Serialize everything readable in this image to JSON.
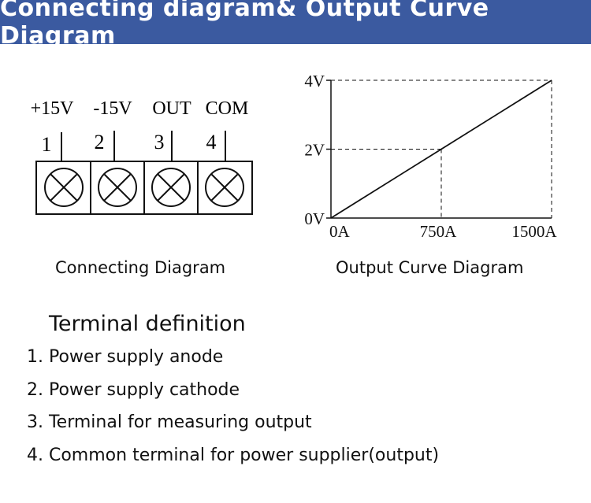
{
  "banner": {
    "title": "Connecting diagram& Output Curve Diagram",
    "color": "#3b5aa0"
  },
  "connecting": {
    "terminals": [
      {
        "label": "+15V",
        "number": "1"
      },
      {
        "label": "-15V",
        "number": "2"
      },
      {
        "label": "OUT",
        "number": "3"
      },
      {
        "label": "COM",
        "number": "4"
      }
    ],
    "caption": "Connecting Diagram",
    "screw_icon": "screw-terminal-icon"
  },
  "chart_data": {
    "type": "line",
    "title": "",
    "xlabel": "",
    "ylabel": "",
    "x_ticks": [
      "0A",
      "750A",
      "1500A"
    ],
    "y_ticks": [
      "0V",
      "2V",
      "4V"
    ],
    "xlim": [
      0,
      1500
    ],
    "ylim": [
      0,
      4
    ],
    "series": [
      {
        "x": [
          0,
          750,
          1500
        ],
        "y": [
          0,
          2,
          4
        ]
      }
    ],
    "guides": [
      {
        "x": 750,
        "y": 2
      },
      {
        "x": 1500,
        "y": 4
      }
    ],
    "caption": "Output Curve Diagram"
  },
  "definitions": {
    "title": "Terminal definition",
    "items": [
      "1. Power supply anode",
      "2. Power supply cathode",
      "3. Terminal for measuring output",
      "4. Common terminal for power supplier(output)"
    ]
  }
}
